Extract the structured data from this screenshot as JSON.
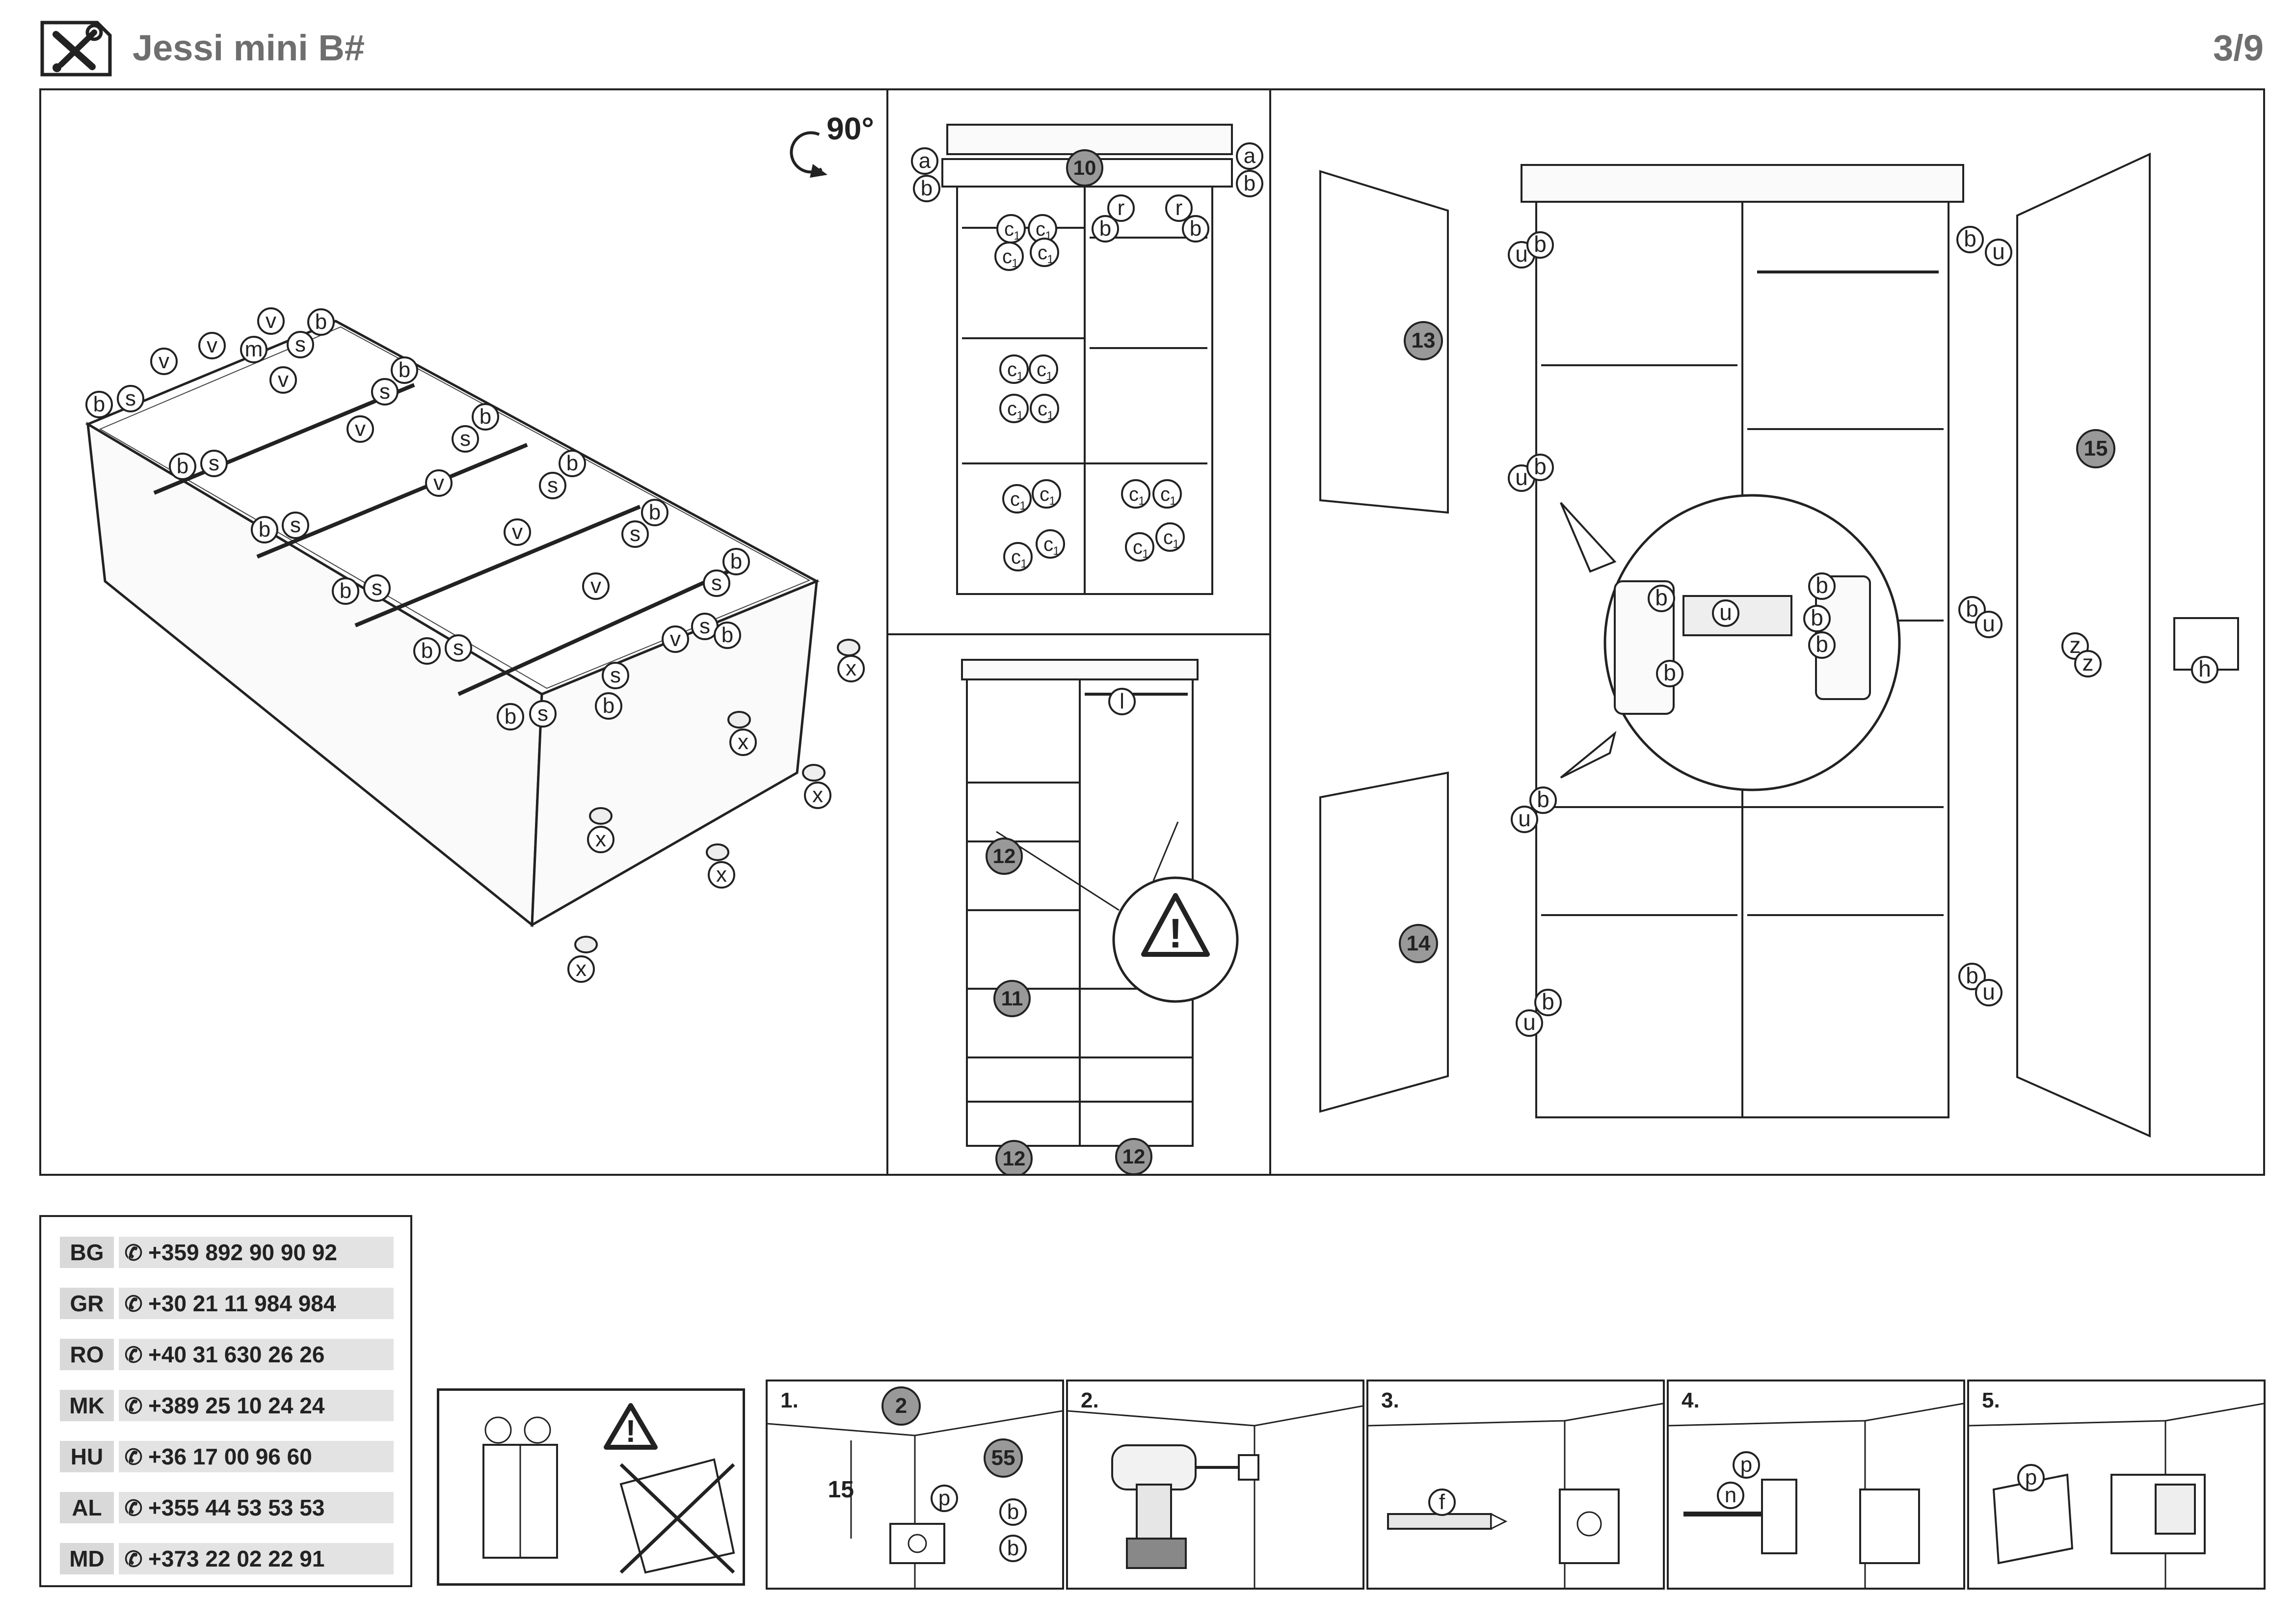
{
  "header": {
    "title": "Jessi mini B#",
    "page": "3/9",
    "icon": "tools-icon"
  },
  "panel_carcass": {
    "rotation_label": "90°",
    "labels": {
      "b": "b",
      "s": "s",
      "v": "v",
      "m": "m",
      "x": "x"
    }
  },
  "panel_frame": {
    "part_top": "10",
    "labels": {
      "a": "a",
      "b": "b",
      "c1": "c",
      "c1_sub": "1",
      "r": "r"
    }
  },
  "panel_shelves": {
    "parts": [
      "12",
      "11",
      "12",
      "12"
    ],
    "labels": {
      "l": "l"
    },
    "warning_symbol": "!"
  },
  "panel_doors": {
    "parts": [
      "13",
      "14",
      "15"
    ],
    "labels": {
      "u": "u",
      "b": "b",
      "z": "z",
      "h": "h"
    }
  },
  "contacts": [
    {
      "country": "BG",
      "phone": "+359 892 90 90 92"
    },
    {
      "country": "GR",
      "phone": "+30 21 11 984 984"
    },
    {
      "country": "RO",
      "phone": "+40 31 630 26 26"
    },
    {
      "country": "MK",
      "phone": "+389 25 10 24 24"
    },
    {
      "country": "HU",
      "phone": "+36 17 00 96 60"
    },
    {
      "country": "AL",
      "phone": "+355 44 53 53 53"
    },
    {
      "country": "MD",
      "phone": "+373 22 02 22 91"
    }
  ],
  "contact_icon": "phone-icon",
  "warning_box": {
    "symbol": "!"
  },
  "steps": [
    {
      "label": "1.",
      "part": "2",
      "count": "55",
      "dimension": "15",
      "fitting": "p",
      "screw": "b"
    },
    {
      "label": "2."
    },
    {
      "label": "3.",
      "fitting": "f"
    },
    {
      "label": "4.",
      "fitting_p": "p",
      "fitting_n": "n"
    },
    {
      "label": "5.",
      "fitting": "p"
    }
  ]
}
